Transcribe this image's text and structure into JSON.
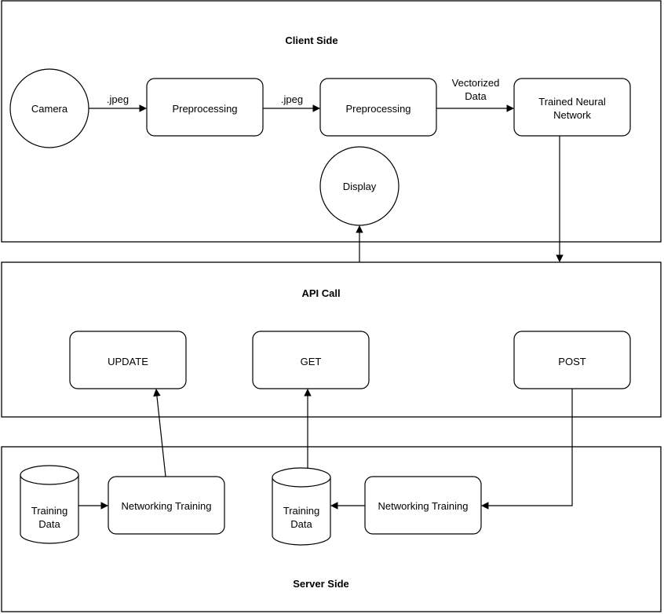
{
  "sections": {
    "client": "Client Side",
    "api": "API Call",
    "server": "Server Side"
  },
  "nodes": {
    "camera": "Camera",
    "preprocessing_1": "Preprocessing",
    "preprocessing_2": "Preprocessing",
    "trained_nn": [
      "Trained Neural",
      "Network"
    ],
    "display": "Display",
    "update": "UPDATE",
    "get": "GET",
    "post": "POST",
    "training_data_1": [
      "Training",
      "Data"
    ],
    "networking_training_1": "Networking Training",
    "training_data_2": [
      "Training",
      "Data"
    ],
    "networking_training_2": "Networking Training"
  },
  "edge_labels": {
    "jpeg_1": ".jpeg",
    "jpeg_2": ".jpeg",
    "vectorized": [
      "Vectorized",
      "Data"
    ]
  }
}
